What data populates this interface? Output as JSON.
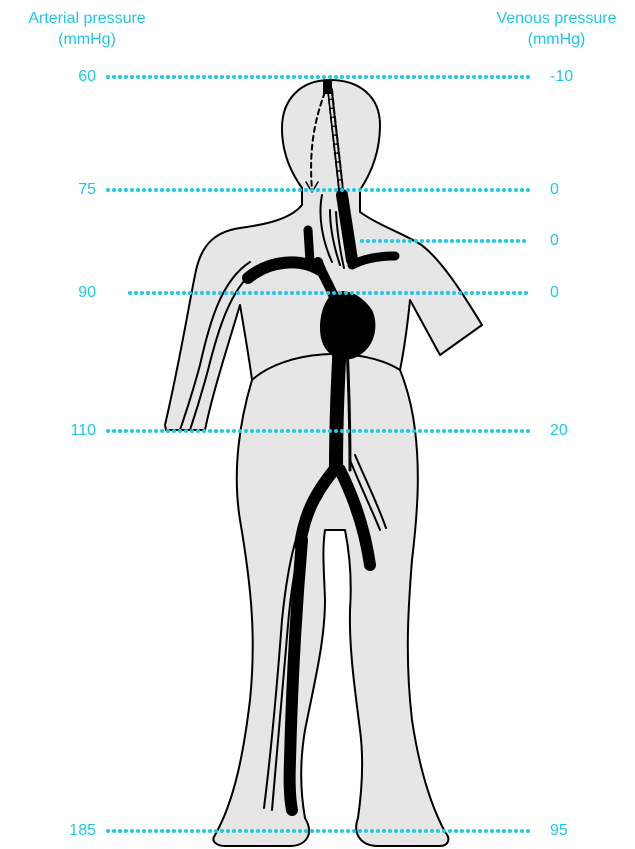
{
  "header": {
    "arterial_title": "Arterial pressure",
    "arterial_unit": "(mmHg)",
    "venous_title": "Venous pressure",
    "venous_unit": "(mmHg)"
  },
  "levels": {
    "head": {
      "arterial": "60",
      "venous": "-10"
    },
    "neck": {
      "arterial": "75",
      "venous": "0"
    },
    "shoulder": {
      "venous": "0"
    },
    "heart": {
      "arterial": "90",
      "venous": "0"
    },
    "pelvis": {
      "arterial": "110",
      "venous": "20"
    },
    "feet": {
      "arterial": "185",
      "venous": "95"
    }
  },
  "colors": {
    "accent": "#1ec8e6",
    "body_fill": "#e6e6e6",
    "vessel": "#000000"
  }
}
